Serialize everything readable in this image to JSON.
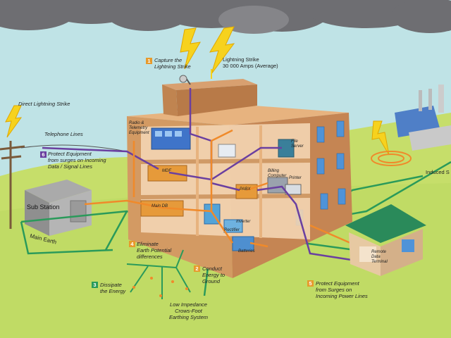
{
  "labels": {
    "capture": "Capture the\nLightning Strike",
    "lightning_strike": "Lightning Strike\n30 000 Amps (Average)",
    "direct_strike": "Direct Lightning Strike",
    "telephone_lines": "Telephone Lines",
    "protect_signal": "Protect Equipment\nfrom surges on Incoming\nData / Signal Lines",
    "sub_station": "Sub Station",
    "main_earth": "Main Earth",
    "eliminate": "Eliminate\nEarth Potential\ndifferences",
    "conduct": "Conduct\nEnergy to\nGround",
    "dissipate": "Dissipate\nthe Energy",
    "low_impedance": "Low Impedance\nCrows-Foot\nEarthing System",
    "protect_power": "Protect Equipment\nfrom Surges on\nIncoming Power Lines",
    "remote_terminal": "Remote\nData\nTerminal",
    "induced": "Induced S",
    "radio": "Radio &\nTelemetry\nEquipment",
    "mdf": "MDF",
    "main_db": "Main DB",
    "file_server": "File\nServer",
    "billing": "Billing\nComputer",
    "printer": "Printer",
    "pabx": "PABX",
    "inverter": "Inverter",
    "rectifier": "Rectifier",
    "batteries": "Batteries"
  },
  "numbers": {
    "n1": "1",
    "n2": "2",
    "n3": "3",
    "n4": "4",
    "n5": "5",
    "n6": "6"
  },
  "colors": {
    "sky": "#bfe3e6",
    "grass": "#c6de6a",
    "building": "#d39a63",
    "earth": "#2a9a5a",
    "signal": "#6a3fa0",
    "power": "#f08a2a",
    "badge": "#e79a2c",
    "lightning": "#f6d21e"
  }
}
